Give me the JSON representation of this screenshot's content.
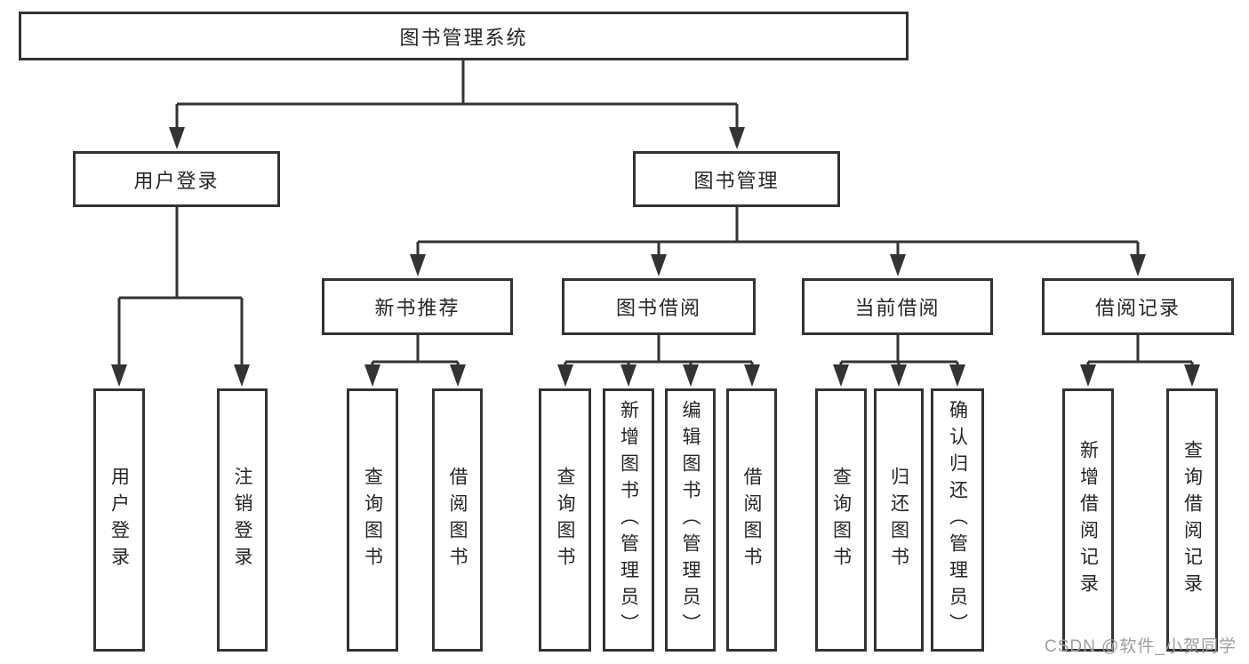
{
  "diagram": {
    "title_node": {
      "id": "library-system",
      "label": "图书管理系统"
    },
    "level1": [
      {
        "id": "user-login",
        "label": "用户登录",
        "parent": "library-system"
      },
      {
        "id": "book-management",
        "label": "图书管理",
        "parent": "library-system"
      }
    ],
    "level2": [
      {
        "id": "new-book-recommend",
        "label": "新书推荐",
        "parent": "book-management"
      },
      {
        "id": "book-borrowing",
        "label": "图书借阅",
        "parent": "book-management"
      },
      {
        "id": "current-borrowing",
        "label": "当前借阅",
        "parent": "book-management"
      },
      {
        "id": "borrowing-records",
        "label": "借阅记录",
        "parent": "book-management"
      }
    ],
    "leaves": [
      {
        "id": "leaf-user-login",
        "label": "用户登录",
        "parent": "user-login"
      },
      {
        "id": "leaf-logout",
        "label": "注销登录",
        "parent": "user-login"
      },
      {
        "id": "leaf-query-books-1",
        "label": "查询图书",
        "parent": "new-book-recommend"
      },
      {
        "id": "leaf-borrow-books-1",
        "label": "借阅图书",
        "parent": "new-book-recommend"
      },
      {
        "id": "leaf-query-books-2",
        "label": "查询图书",
        "parent": "book-borrowing"
      },
      {
        "id": "leaf-add-book-admin",
        "label": "新增图书（管理员）",
        "parent": "book-borrowing"
      },
      {
        "id": "leaf-edit-book-admin",
        "label": "编辑图书（管理员）",
        "parent": "book-borrowing"
      },
      {
        "id": "leaf-borrow-books-2",
        "label": "借阅图书",
        "parent": "book-borrowing"
      },
      {
        "id": "leaf-query-books-3",
        "label": "查询图书",
        "parent": "current-borrowing"
      },
      {
        "id": "leaf-return-books",
        "label": "归还图书",
        "parent": "current-borrowing"
      },
      {
        "id": "leaf-confirm-return-admin",
        "label": "确认归还（管理员）",
        "parent": "current-borrowing"
      },
      {
        "id": "leaf-add-borrow-record",
        "label": "新增借阅记录",
        "parent": "borrowing-records"
      },
      {
        "id": "leaf-query-borrow-record",
        "label": "查询借阅记录",
        "parent": "borrowing-records"
      }
    ]
  },
  "watermark": {
    "text": "CSDN @软件_小贺同学"
  },
  "colors": {
    "line": "#333333",
    "border": "#333333",
    "text": "#262626",
    "background": "#ffffff",
    "watermark": "#9e9e9e"
  }
}
